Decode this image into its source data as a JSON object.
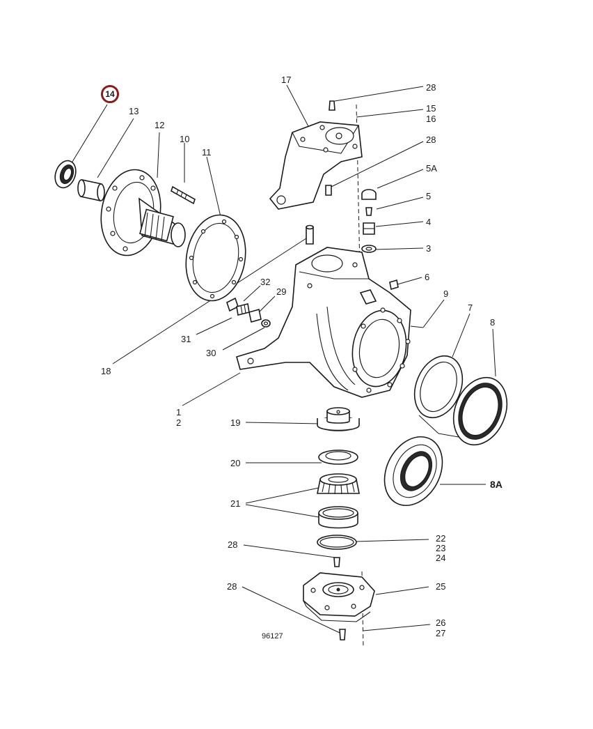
{
  "drawing_number": "96127",
  "highlighted_callout": "14",
  "callouts": {
    "c1": "1",
    "c2": "2",
    "c3": "3",
    "c4": "4",
    "c5": "5",
    "c5a": "5A",
    "c6": "6",
    "c7": "7",
    "c8": "8",
    "c8a": "8A",
    "c9": "9",
    "c10": "10",
    "c11": "11",
    "c12": "12",
    "c13": "13",
    "c15": "15",
    "c16": "16",
    "c17": "17",
    "c18": "18",
    "c19": "19",
    "c20": "20",
    "c21": "21",
    "c22": "22",
    "c23": "23",
    "c24": "24",
    "c25": "25",
    "c26": "26",
    "c27": "27",
    "c28a": "28",
    "c28b": "28",
    "c28c": "28",
    "c28d": "28",
    "c29": "29",
    "c30": "30",
    "c31": "31",
    "c32": "32"
  }
}
